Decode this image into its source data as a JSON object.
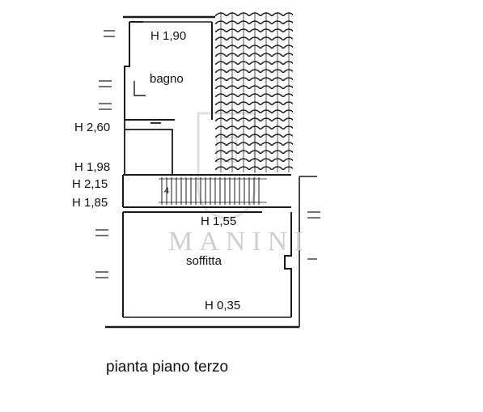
{
  "plan": {
    "caption": "pianta piano terzo",
    "rooms": [
      {
        "id": "bagno",
        "name": "bagno"
      },
      {
        "id": "soffitta",
        "name": "soffitta"
      }
    ],
    "heights": {
      "h190": "H 1,90",
      "h260": "H 2,60",
      "h198": "H 1,98",
      "h215": "H 2,15",
      "h185": "H 1,85",
      "h155": "H 1,55",
      "h035": "H 0,35"
    },
    "stair_marker": "4"
  },
  "watermark": {
    "brand": "MANINI",
    "colors": {
      "mark": "#c8c8c8",
      "line": "#1a1a1a",
      "hatch": "#222222"
    }
  }
}
